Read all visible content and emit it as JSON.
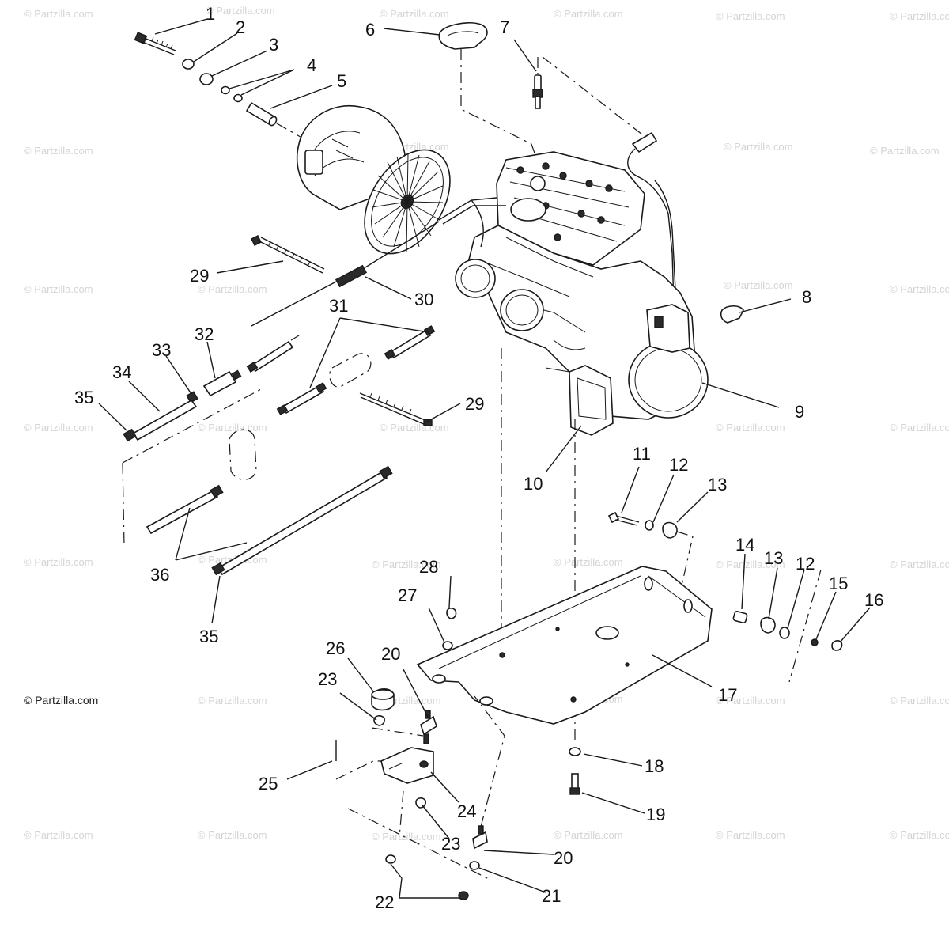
{
  "watermark": "© Partzilla.com",
  "brand_label": "© Partzilla.com",
  "callouts": {
    "c1": "1",
    "c2": "2",
    "c3": "3",
    "c4": "4",
    "c5": "5",
    "c6": "6",
    "c7": "7",
    "c8": "8",
    "c9": "9",
    "c10": "10",
    "c11": "11",
    "c12a": "12",
    "c13a": "13",
    "c14": "14",
    "c13b": "13",
    "c12b": "12",
    "c15": "15",
    "c16": "16",
    "c17": "17",
    "c18": "18",
    "c19": "19",
    "c20a": "20",
    "c20b": "20",
    "c21": "21",
    "c22": "22",
    "c23a": "23",
    "c23b": "23",
    "c24": "24",
    "c25": "25",
    "c26": "26",
    "c27": "27",
    "c28": "28",
    "c29a": "29",
    "c29b": "29",
    "c30": "30",
    "c31": "31",
    "c32": "32",
    "c33": "33",
    "c34": "34",
    "c35a": "35",
    "c35b": "35",
    "c36": "36"
  }
}
